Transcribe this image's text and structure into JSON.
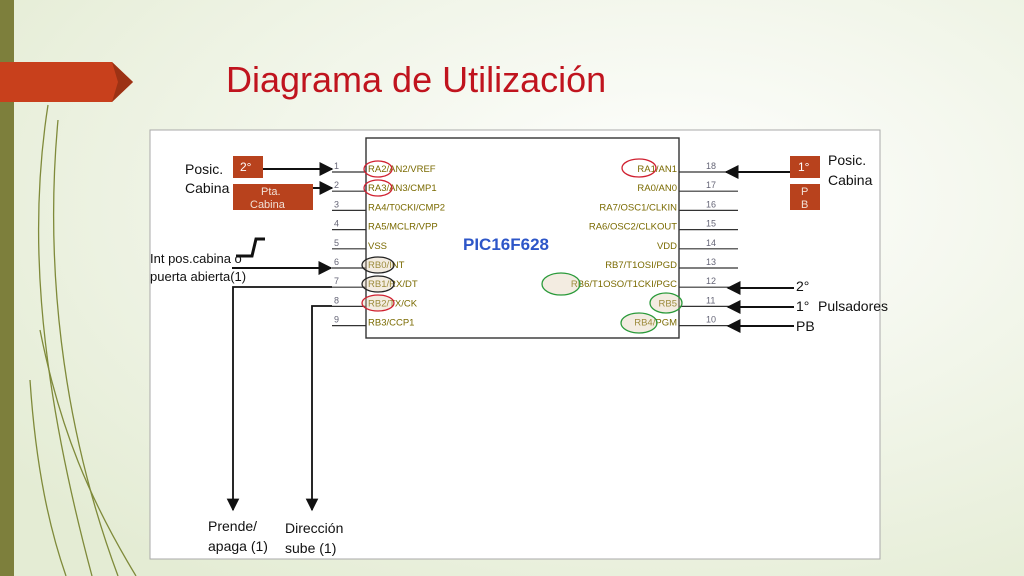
{
  "slide": {
    "title": "Diagrama de Utilización"
  },
  "diagram": {
    "chip_name": "PIC16F628",
    "left_pins": [
      {
        "num": "1",
        "pre": "RA2",
        "rest": "/AN2/VREF"
      },
      {
        "num": "2",
        "pre": "RA3",
        "rest": "/AN3/CMP1"
      },
      {
        "num": "3",
        "pre": "",
        "rest": "RA4/T0CKI/CMP2"
      },
      {
        "num": "4",
        "pre": "",
        "rest": "RA5/MCLR/VPP"
      },
      {
        "num": "5",
        "pre": "",
        "rest": "VSS"
      },
      {
        "num": "6",
        "pre": "RB0",
        "rest": "/INT"
      },
      {
        "num": "7",
        "pre": "RB1",
        "rest": "/RX/DT"
      },
      {
        "num": "8",
        "pre": "RB2",
        "rest": "/TX/CK"
      },
      {
        "num": "9",
        "pre": "",
        "rest": "RB3/CCP1"
      }
    ],
    "right_pins": [
      {
        "num": "18",
        "pre": "RA1",
        "rest": "/AN1"
      },
      {
        "num": "17",
        "pre": "",
        "rest": "RA0/AN0"
      },
      {
        "num": "16",
        "pre": "",
        "rest": "RA7/OSC1/CLKIN"
      },
      {
        "num": "15",
        "pre": "",
        "rest": "RA6/OSC2/CLKOUT"
      },
      {
        "num": "14",
        "pre": "",
        "rest": "VDD"
      },
      {
        "num": "13",
        "pre": "",
        "rest": "RB7/T1OSI/PGD"
      },
      {
        "num": "12",
        "pre": "RB6",
        "rest": "/T1OSO/T1CKI/PGC"
      },
      {
        "num": "11",
        "pre": "RB5",
        "rest": ""
      },
      {
        "num": "10",
        "pre": "RB4",
        "rest": "/PGM"
      }
    ],
    "labels": {
      "posic_left_1": "Posic.",
      "posic_left_2": "Cabina",
      "box_2": "2°",
      "box_2_shadow": "2°",
      "box_pta_1": "Pta.",
      "box_pta_2": "Cabina",
      "int_1": "Int pos.cabina o",
      "int_2": "puerta abierta(1)",
      "prende_1": "Prende/",
      "prende_2": "apaga (1)",
      "direccion_1": "Dirección",
      "direccion_2": "sube (1)",
      "posic_right_1": "Posic.",
      "posic_right_2": "Cabina",
      "box_1": "1°",
      "box_pb_1": "P",
      "box_pb_2": "B",
      "puls_2": "2°",
      "puls_1": "1°",
      "puls_pb": "PB",
      "pulsadores": "Pulsadores"
    },
    "colors": {
      "box_fill": "#b8421d",
      "chip_text": "#7a6a00",
      "chip_name": "#2d56c8",
      "red_ring": "#d02030",
      "green_ring": "#2a9a3a",
      "dark_ring": "#222222",
      "title": "#c0141e"
    }
  }
}
